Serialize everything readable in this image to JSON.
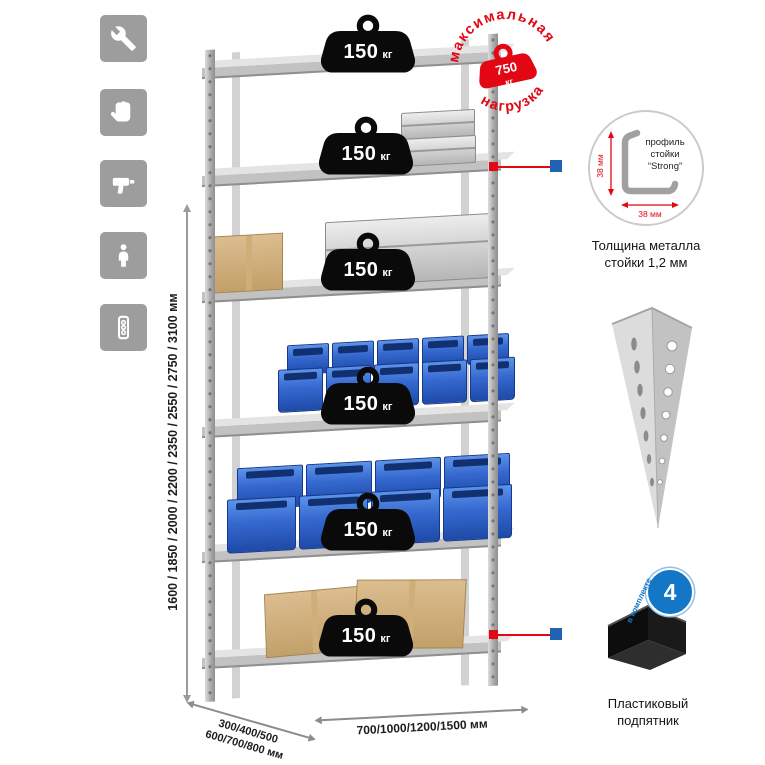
{
  "left_icons": [
    {
      "name": "wrench"
    },
    {
      "name": "gloves"
    },
    {
      "name": "drill"
    },
    {
      "name": "person-height"
    },
    {
      "name": "level"
    }
  ],
  "dimensions": {
    "height": "1600 / 1850 / 2000 / 2200 / 2350 / 2550 / 2750 / 3100 мм",
    "depth": "300/400/500\n600/700/800 мм",
    "width": "700/1000/1200/1500 мм"
  },
  "shelf_weights": [
    {
      "value": "150",
      "unit": "кг"
    },
    {
      "value": "150",
      "unit": "кг"
    },
    {
      "value": "150",
      "unit": "кг"
    },
    {
      "value": "150",
      "unit": "кг"
    },
    {
      "value": "150",
      "unit": "кг"
    },
    {
      "value": "150",
      "unit": "кг"
    }
  ],
  "stamp": {
    "arc_top": "максимальная",
    "arc_bottom": "нагрузка",
    "weight_value": "750",
    "weight_unit": "кг"
  },
  "profile_callout": {
    "label_line1": "профиль",
    "label_line2": "стойки",
    "label_line3": "“Strong”",
    "dim_side": "38 мм",
    "dim_bottom": "38 мм",
    "caption": "Толщина металла\nстойки 1,2 мм"
  },
  "foot_callout": {
    "badge_value": "4",
    "badge_arc": "в комплекте",
    "caption": "Пластиковый\nподпятник"
  },
  "colors": {
    "accent_red": "#e30613",
    "accent_blue": "#1f63b5",
    "icon_gray": "#9d9d9d"
  }
}
